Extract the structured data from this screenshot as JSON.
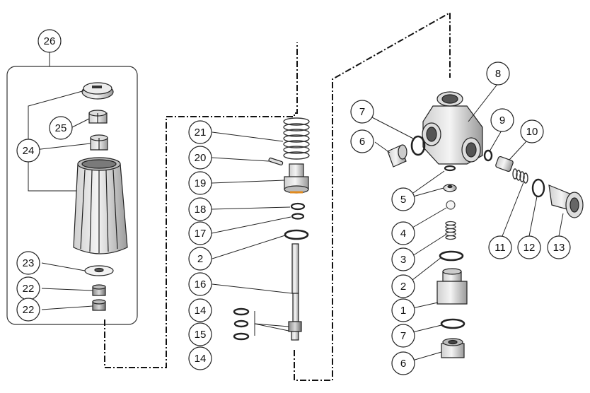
{
  "diagram": {
    "callouts": [
      {
        "id": "c26",
        "label": "26"
      },
      {
        "id": "c25",
        "label": "25"
      },
      {
        "id": "c24",
        "label": "24"
      },
      {
        "id": "c23",
        "label": "23"
      },
      {
        "id": "c22a",
        "label": "22"
      },
      {
        "id": "c22b",
        "label": "22"
      },
      {
        "id": "c21",
        "label": "21"
      },
      {
        "id": "c20",
        "label": "20"
      },
      {
        "id": "c19",
        "label": "19"
      },
      {
        "id": "c18",
        "label": "18"
      },
      {
        "id": "c17",
        "label": "17"
      },
      {
        "id": "c2a",
        "label": "2"
      },
      {
        "id": "c16",
        "label": "16"
      },
      {
        "id": "c14a",
        "label": "14"
      },
      {
        "id": "c15",
        "label": "15"
      },
      {
        "id": "c14b",
        "label": "14"
      },
      {
        "id": "c7a",
        "label": "7"
      },
      {
        "id": "c6a",
        "label": "6"
      },
      {
        "id": "c8",
        "label": "8"
      },
      {
        "id": "c9",
        "label": "9"
      },
      {
        "id": "c10",
        "label": "10"
      },
      {
        "id": "c5",
        "label": "5"
      },
      {
        "id": "c4",
        "label": "4"
      },
      {
        "id": "c3",
        "label": "3"
      },
      {
        "id": "c2b",
        "label": "2"
      },
      {
        "id": "c1",
        "label": "1"
      },
      {
        "id": "c7b",
        "label": "7"
      },
      {
        "id": "c6b",
        "label": "6"
      },
      {
        "id": "c11",
        "label": "11"
      },
      {
        "id": "c12",
        "label": "12"
      },
      {
        "id": "c13",
        "label": "13"
      }
    ]
  }
}
